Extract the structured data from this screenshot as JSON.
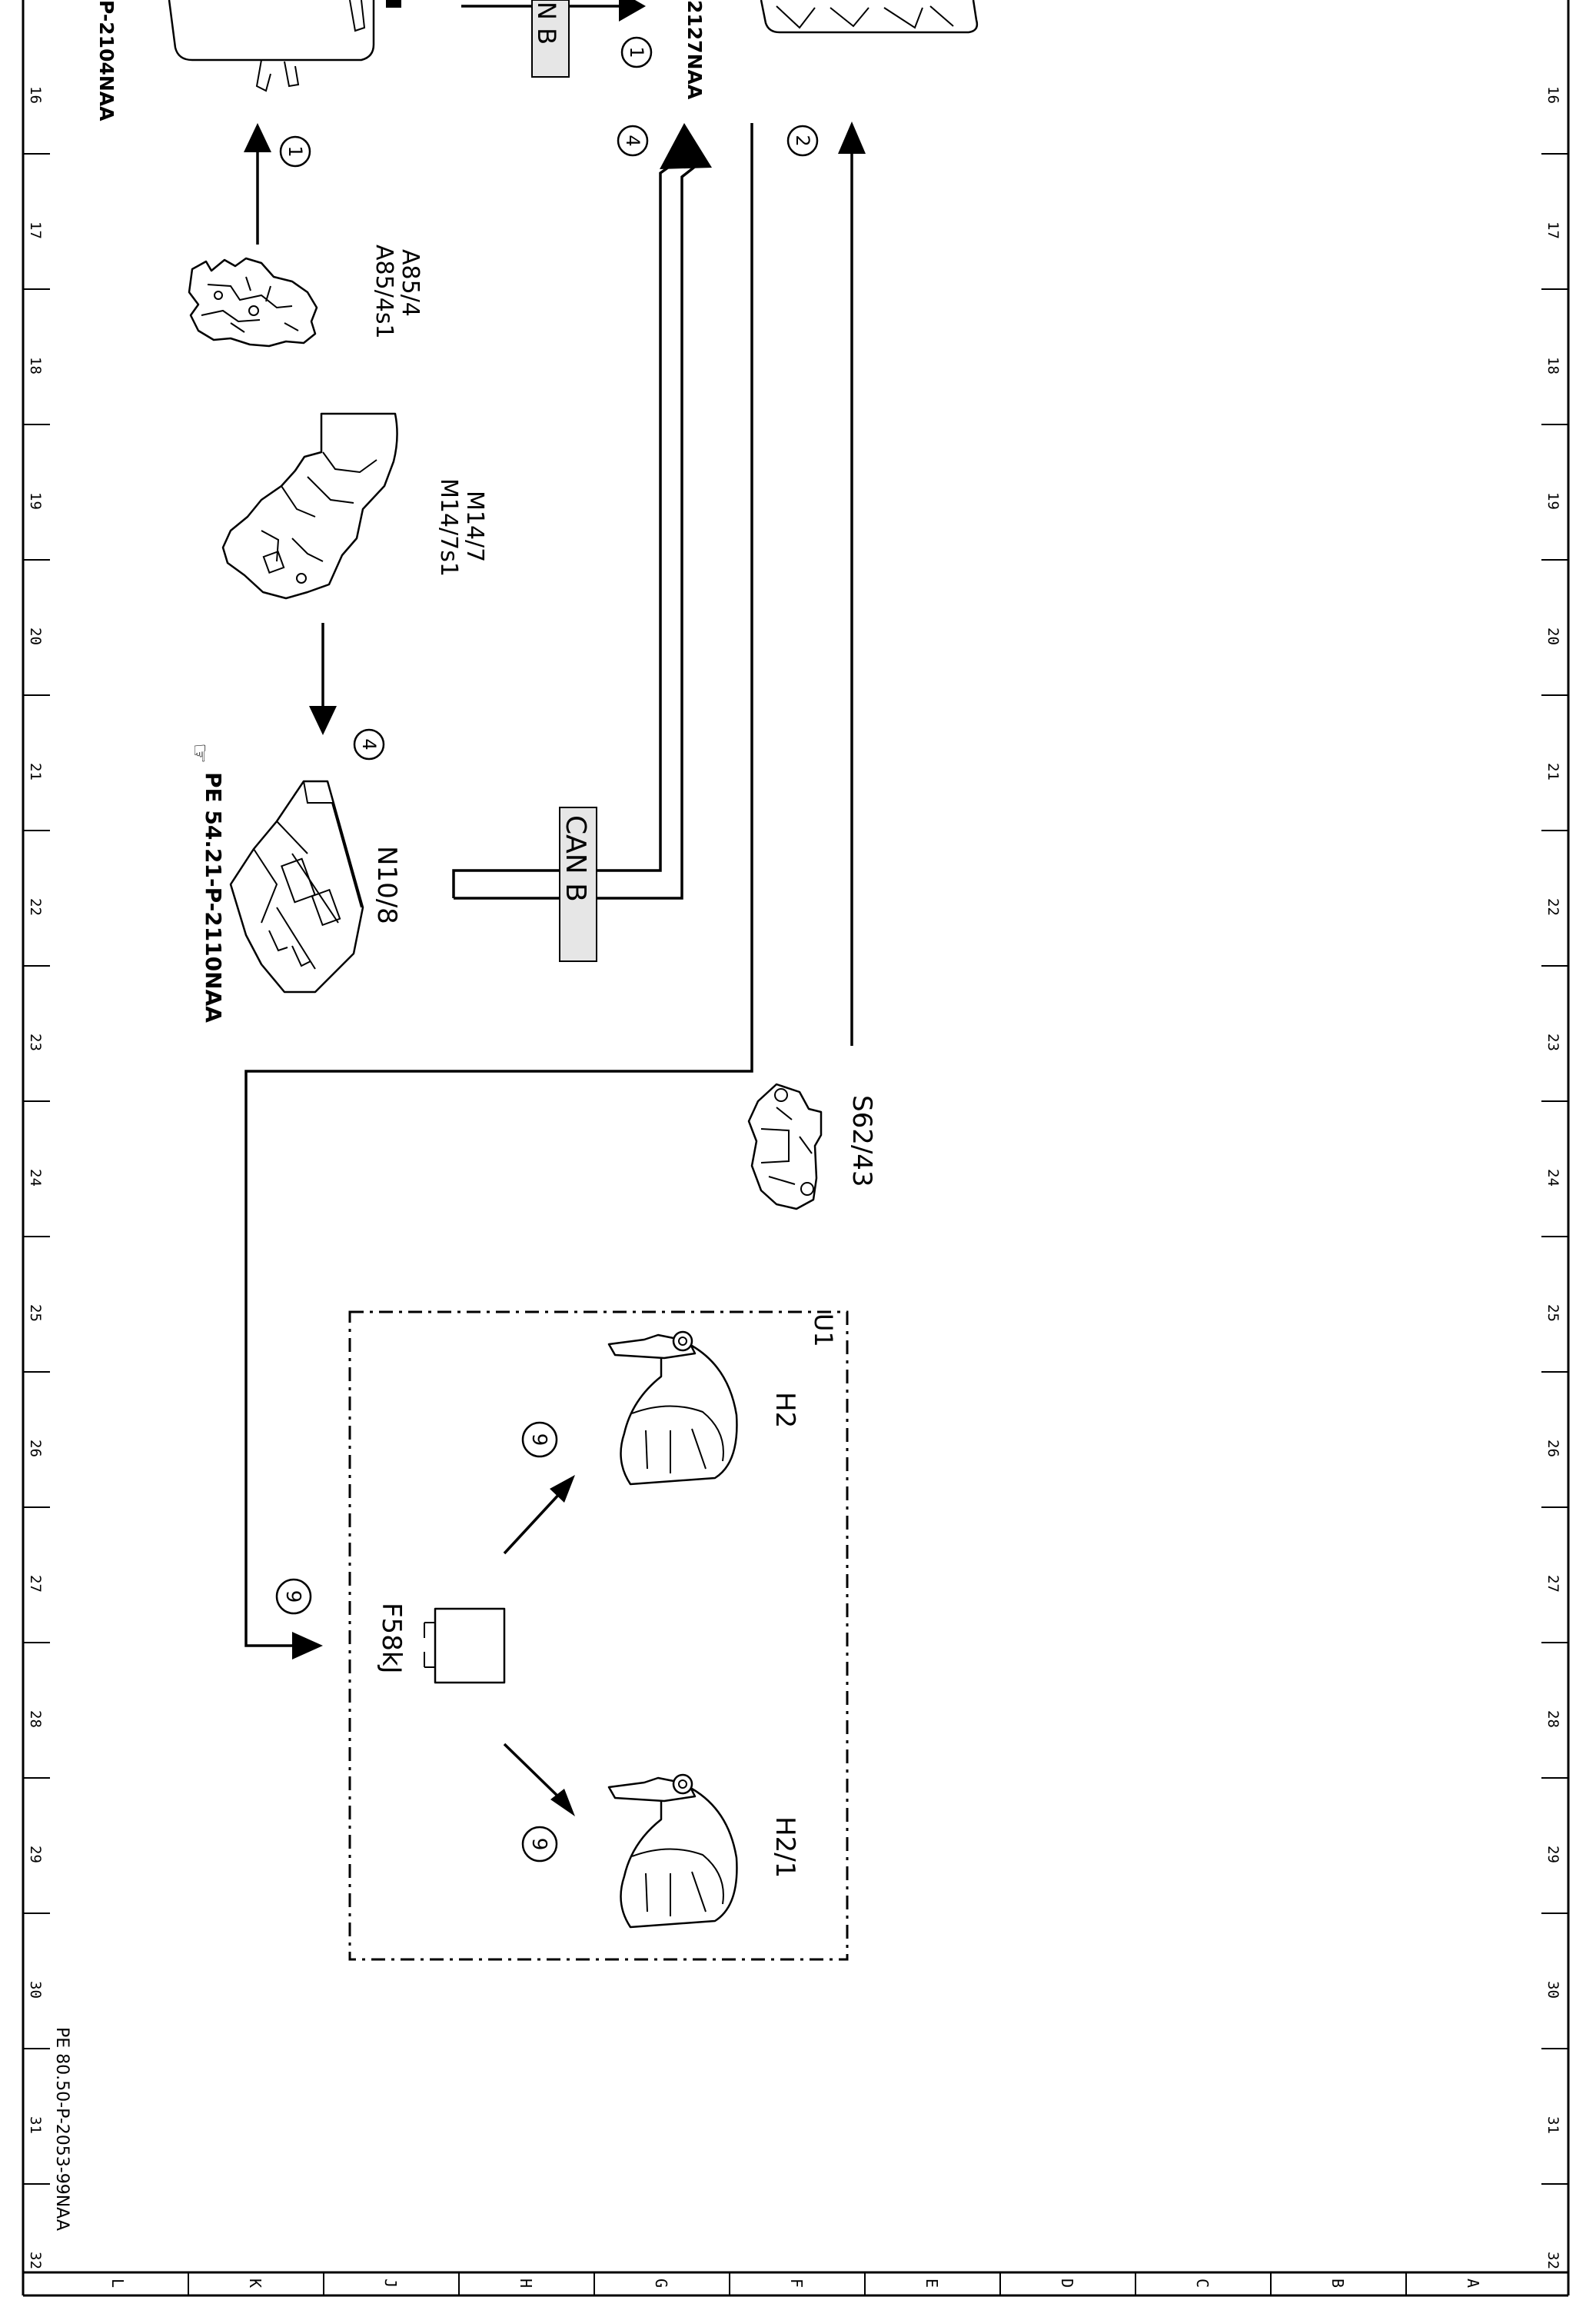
{
  "document_ref": "PE 80.50-P-2053-99NAA",
  "grid": {
    "rows": [
      "16",
      "17",
      "18",
      "19",
      "20",
      "21",
      "22",
      "23",
      "24",
      "25",
      "26",
      "27",
      "28",
      "29",
      "30",
      "31",
      "32"
    ],
    "letters": [
      "L",
      "K",
      "J",
      "H",
      "G",
      "F",
      "E",
      "D",
      "C",
      "B",
      "A"
    ]
  },
  "components": {
    "a85_4": "A85/4",
    "a85_4s1": "A85/4s1",
    "m14_7": "M14/7",
    "m14_7s1": "M14/7s1",
    "n10_8": "N10/8",
    "s62_43": "S62/43",
    "u1": "U1",
    "h2": "H2",
    "h2_1": "H2/1",
    "f58kj": "F58kJ"
  },
  "refs": {
    "left_partial": "P-2104NAA",
    "top_partial": "2127NAA",
    "pe_ref": "PE 54.21-P-2110NAA",
    "pointer_icon": "hand-pointer-icon"
  },
  "can_label": "CAN B",
  "can_label_partial": "N B",
  "callouts": {
    "c1_left": "1",
    "c1_mid": "1",
    "c4_top": "4",
    "c2": "2",
    "c4_mid": "4",
    "c9_h2": "9",
    "c9_main": "9",
    "c9_h21": "9"
  },
  "colors": {
    "line": "#000000",
    "badge_fill": "#e6e6e6",
    "background": "#ffffff"
  }
}
